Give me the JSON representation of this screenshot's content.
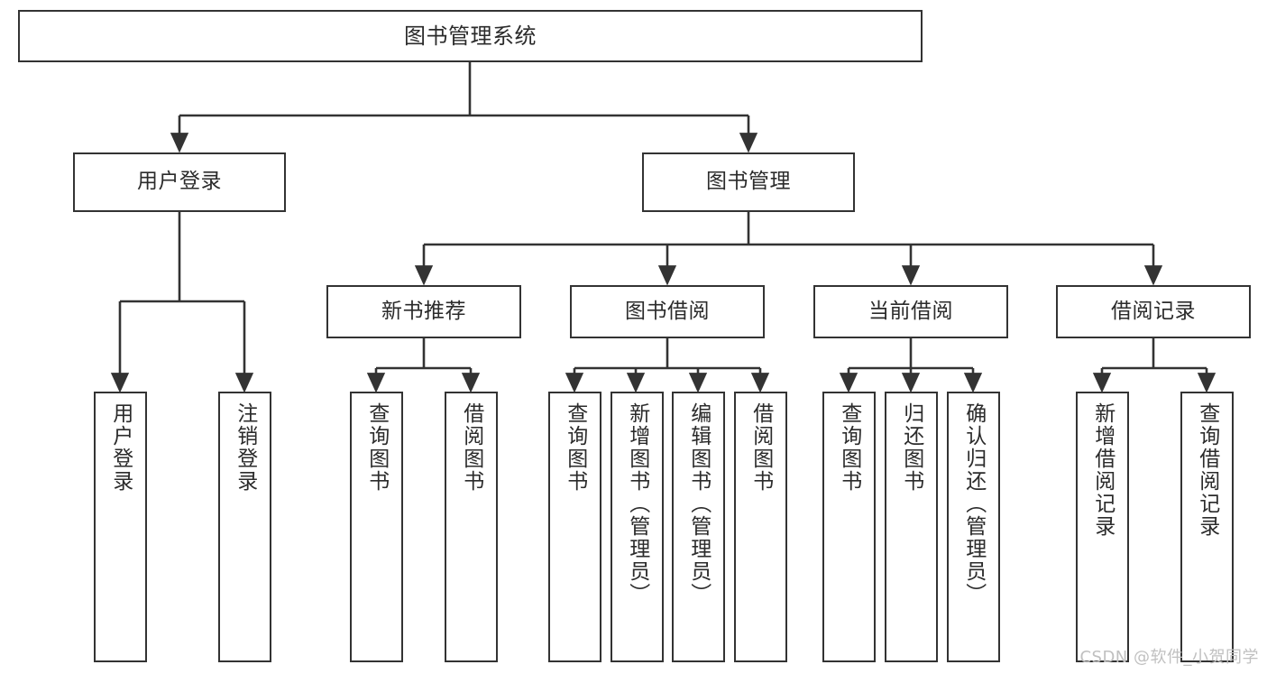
{
  "diagram": {
    "title": "图书管理系统",
    "watermark": "CSDN @软件_小贺同学",
    "line_color": "#333333",
    "box_fill": "#ffffff",
    "text_color": "#2b2b2b",
    "watermark_color": "#c0c0c0"
  },
  "nodes": {
    "root": {
      "label": "图书管理系统"
    },
    "level2": [
      {
        "label": "用户登录"
      },
      {
        "label": "图书管理"
      }
    ],
    "level3": [
      {
        "label": "新书推荐"
      },
      {
        "label": "图书借阅"
      },
      {
        "label": "当前借阅"
      },
      {
        "label": "借阅记录"
      }
    ],
    "leaves": {
      "user_login": [
        {
          "label": "用户登录"
        },
        {
          "label": "注销登录"
        }
      ],
      "new_book": [
        {
          "label": "查询图书"
        },
        {
          "label": "借阅图书"
        }
      ],
      "book_borrow": [
        {
          "label": "查询图书"
        },
        {
          "label": "新增图书（管理员）"
        },
        {
          "label": "编辑图书（管理员）"
        },
        {
          "label": "借阅图书"
        }
      ],
      "current_borrow": [
        {
          "label": "查询图书"
        },
        {
          "label": "归还图书"
        },
        {
          "label": "确认归还（管理员）"
        }
      ],
      "borrow_record": [
        {
          "label": "新增借阅记录"
        },
        {
          "label": "查询借阅记录"
        }
      ]
    }
  }
}
